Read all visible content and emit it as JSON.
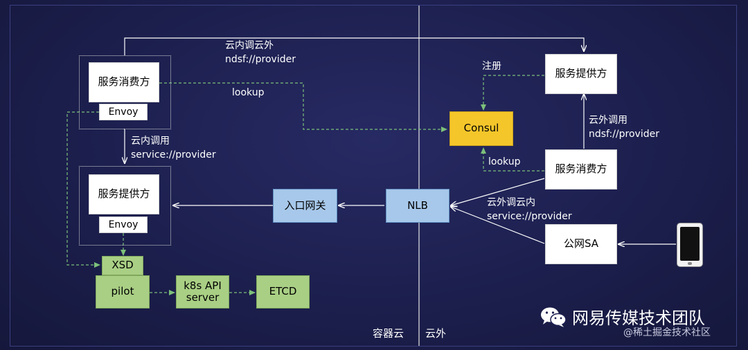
{
  "nodes": {
    "consumer_left": "服务消费方",
    "envoy_top": "Envoy",
    "provider_left": "服务提供方",
    "envoy_bottom": "Envoy",
    "xsd": "XSD",
    "pilot": "pilot",
    "k8s_api": "k8s API server",
    "etcd": "ETCD",
    "gateway": "入口网关",
    "nlb": "NLB",
    "consul": "Consul",
    "provider_right": "服务提供方",
    "consumer_right": "服务消费方",
    "public_sa": "公网SA"
  },
  "labels": {
    "inside_to_outside_1": "云内调云外",
    "inside_to_outside_2": "ndsf://provider",
    "lookup_left": "lookup",
    "inside_call_1": "云内调用",
    "inside_call_2": "service://provider",
    "register": "注册",
    "outside_call_1": "云外调用",
    "outside_call_2": "ndsf://provider",
    "lookup_right": "lookup",
    "outside_to_inside_1": "云外调云内",
    "outside_to_inside_2": "service://provider",
    "container_cloud": "容器云",
    "outside_cloud": "云外"
  },
  "watermark": {
    "main": "网易传媒技术团队",
    "sub": "@稀土掘金技术社区"
  },
  "colors": {
    "background": "#1d2050",
    "consul": "#f5c62a",
    "gateway_nlb": "#a7c8ea",
    "control_plane": "#a9cf84",
    "dashed_link": "#7cc07a"
  }
}
